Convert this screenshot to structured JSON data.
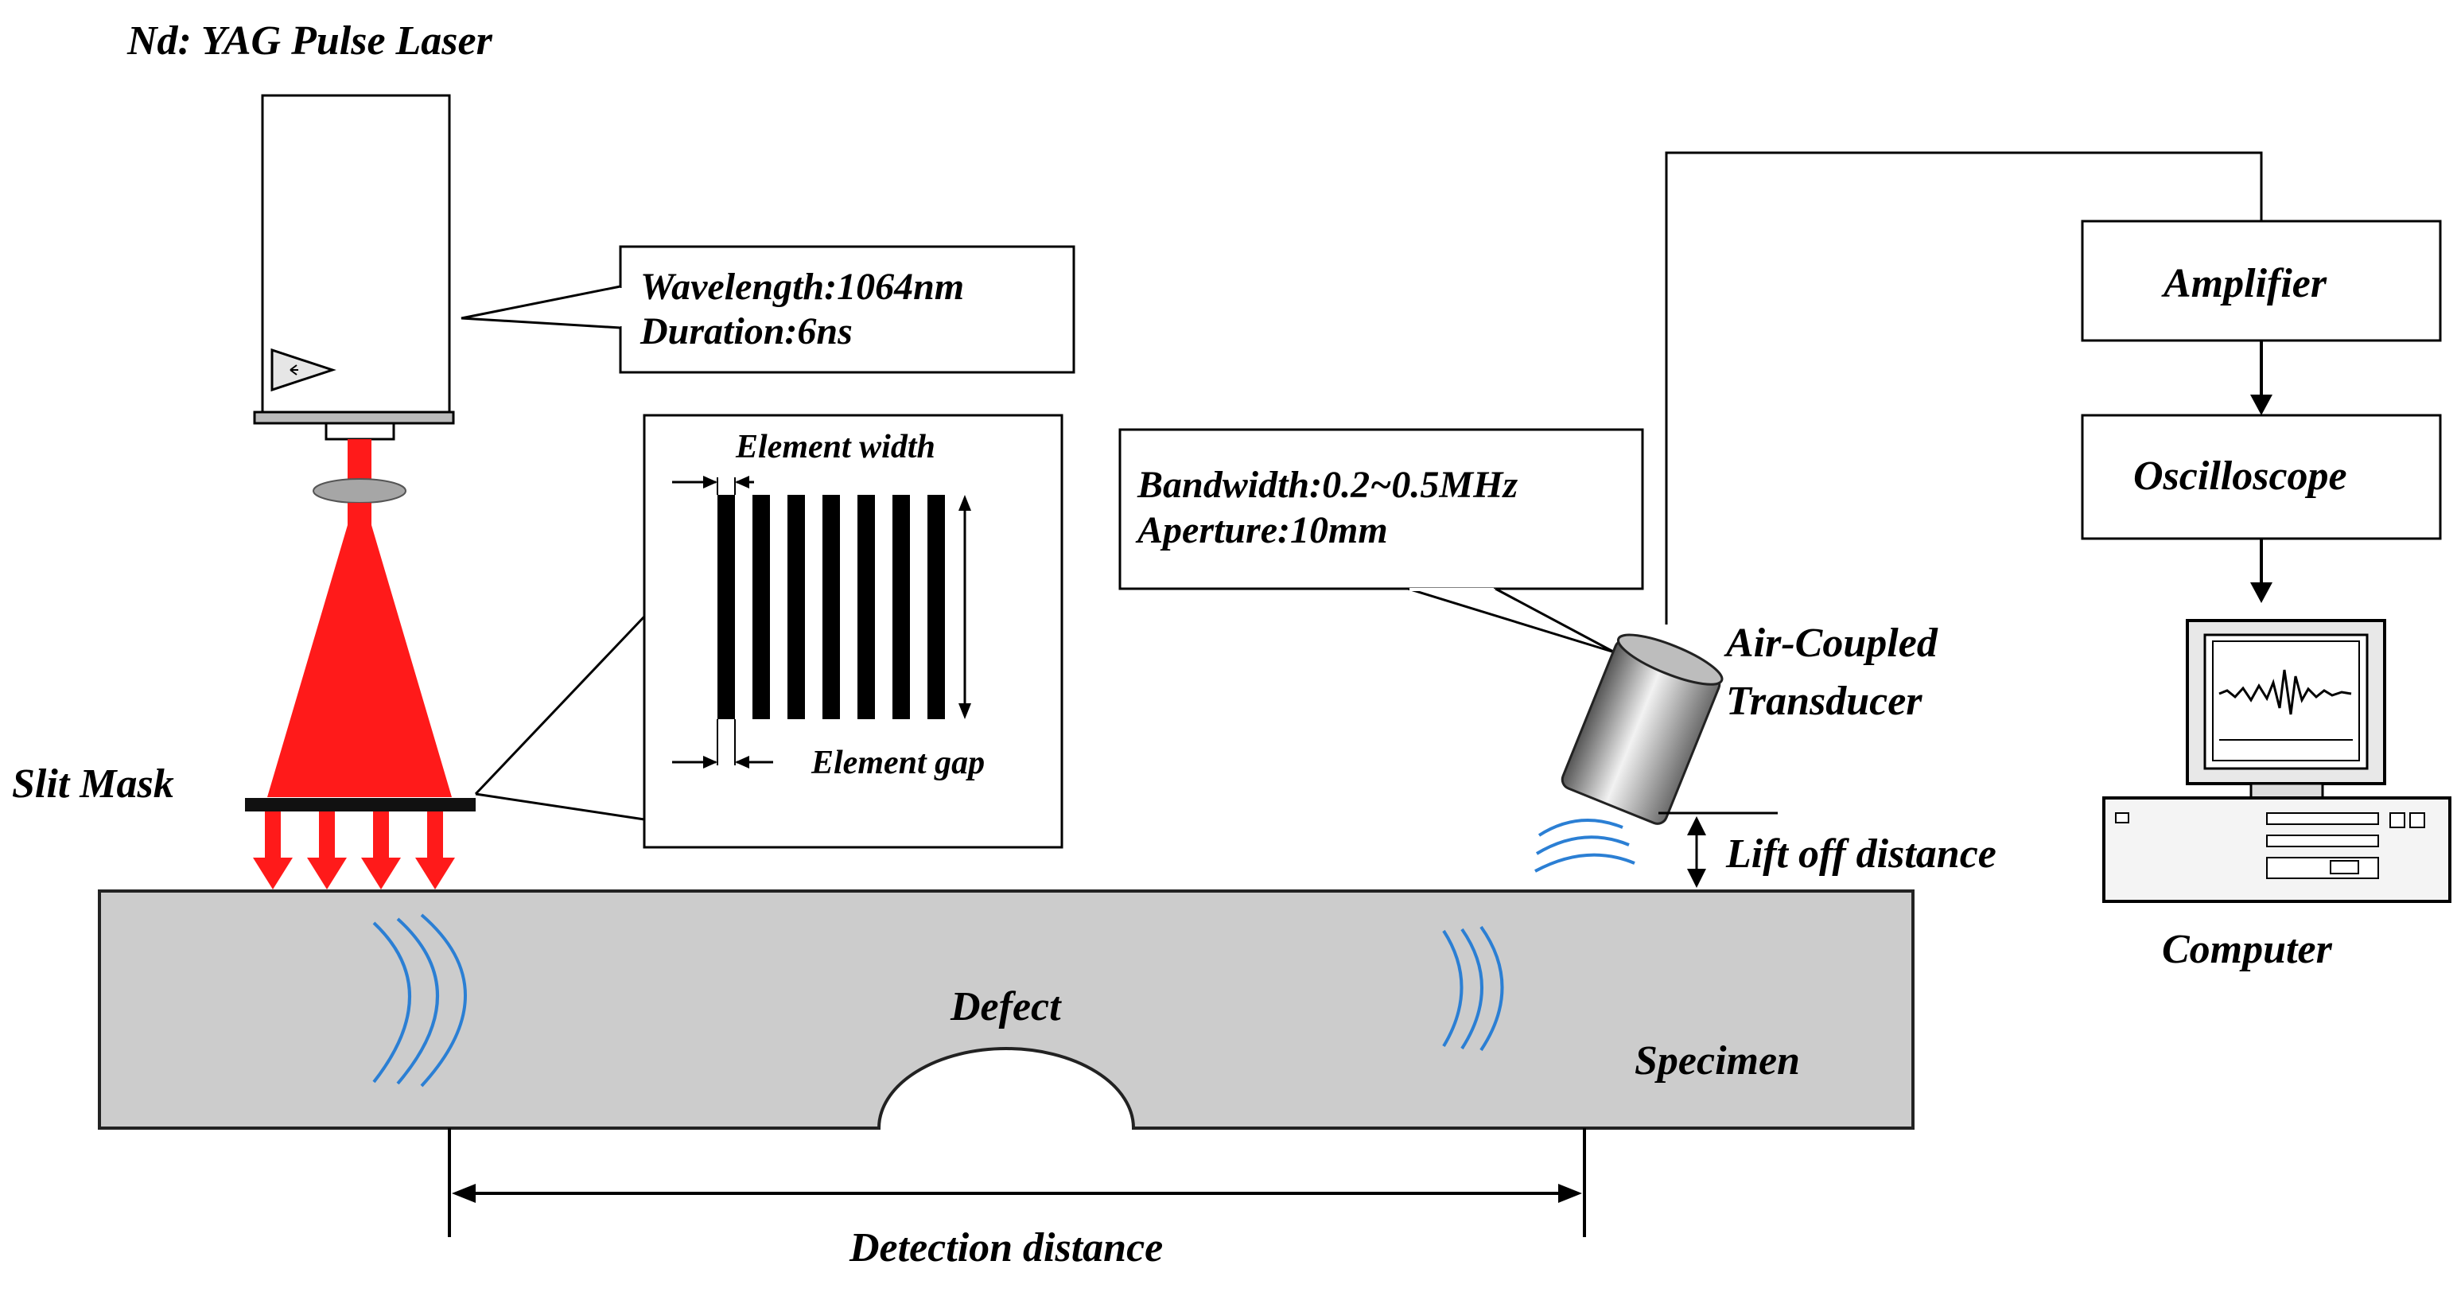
{
  "labels": {
    "laser_title": "Nd: YAG Pulse Laser",
    "laser_spec_line1": "Wavelength:1064nm",
    "laser_spec_line2": "Duration:6ns",
    "element_width": "Element width",
    "element_gap": "Element gap",
    "slit_mask": "Slit Mask",
    "transducer_spec_line1": "Bandwidth:0.2~0.5MHz",
    "transducer_spec_line2": "Aperture:10mm",
    "transducer_line1": "Air-Coupled",
    "transducer_line2": "Transducer",
    "lift_off": "Lift off distance",
    "amplifier": "Amplifier",
    "oscilloscope": "Oscilloscope",
    "computer": "Computer",
    "defect": "Defect",
    "specimen": "Specimen",
    "detection_distance": "Detection distance"
  },
  "colors": {
    "laser_beam": "#ff1a1a",
    "specimen_fill": "#cccccc",
    "wave": "#2b7fd4",
    "outline": "#000000"
  },
  "icons": {
    "laser_warning": "laser-warning-icon",
    "computer": "computer-icon"
  }
}
